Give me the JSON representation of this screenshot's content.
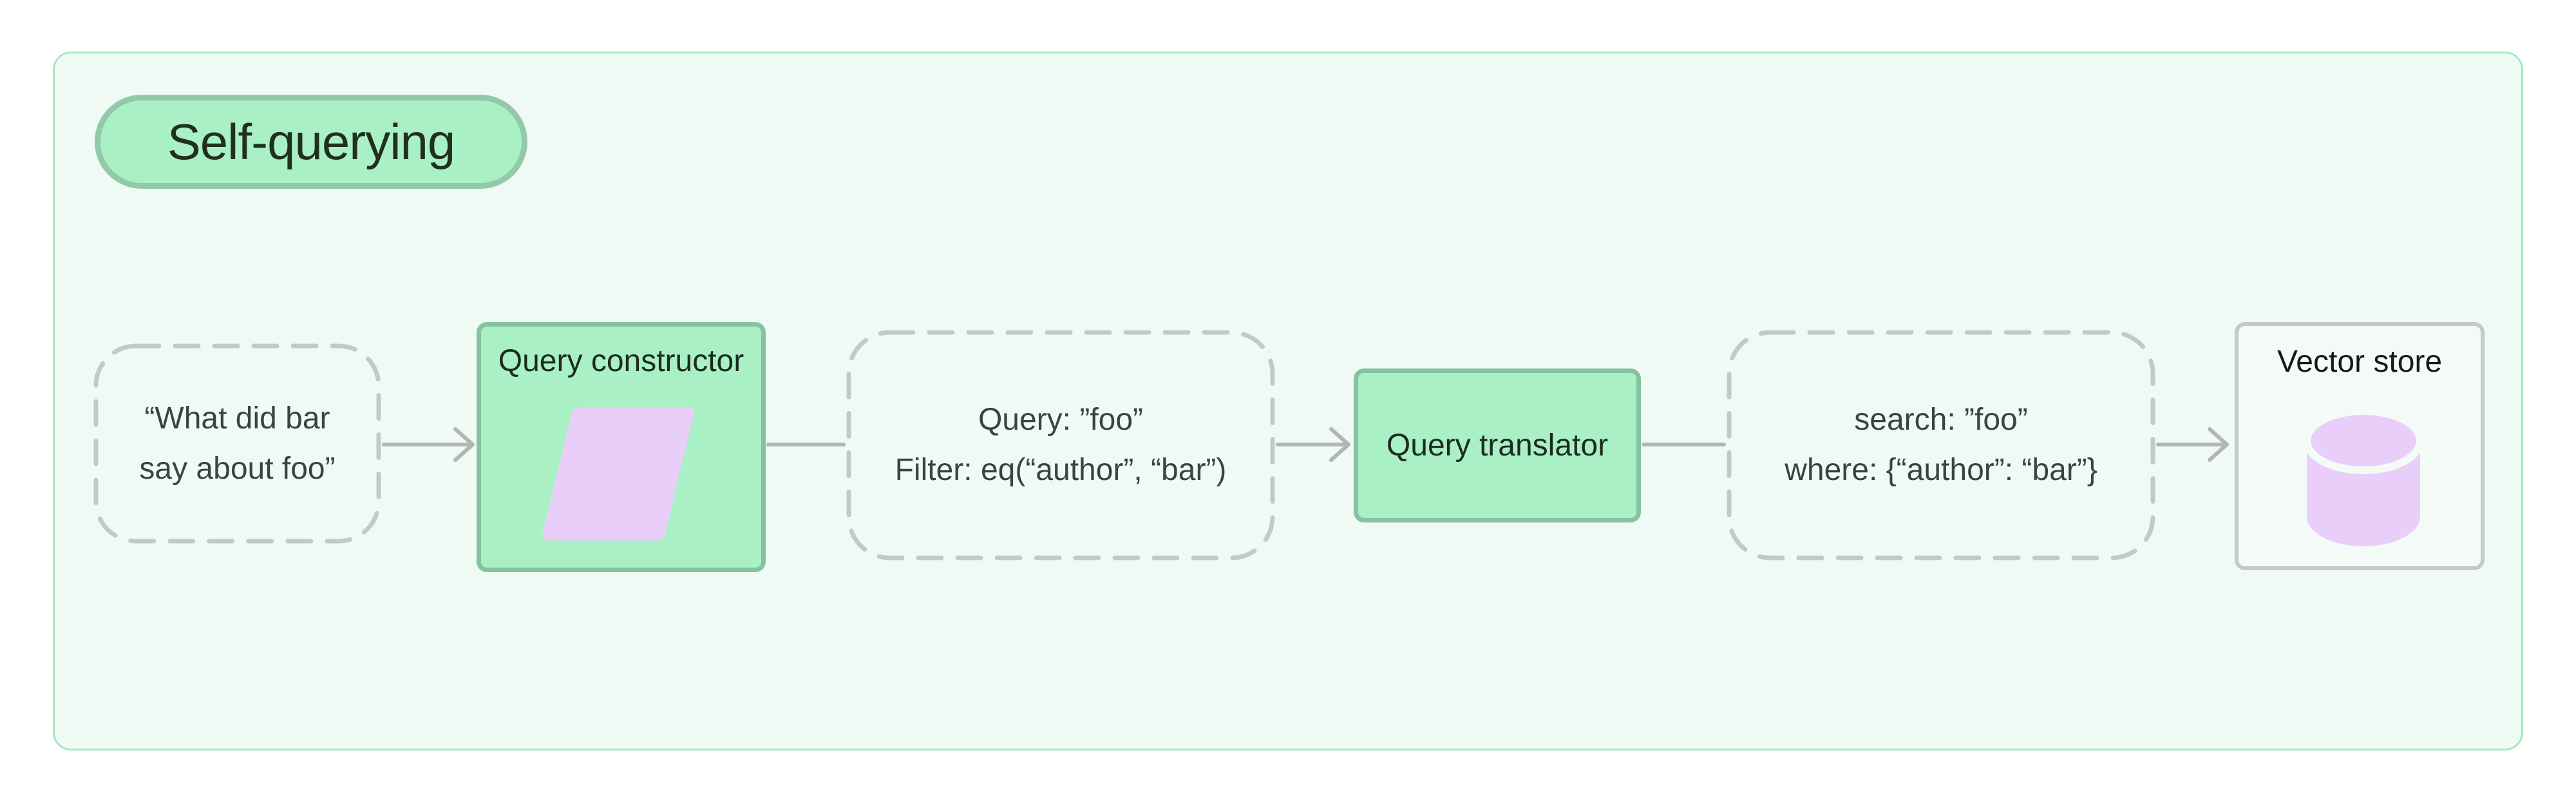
{
  "diagram": {
    "title": "Self-querying",
    "nodes": {
      "user_query": {
        "lines": [
          "“What did bar",
          "say about foo”"
        ]
      },
      "query_constructor": {
        "label": "Query constructor"
      },
      "structured_query": {
        "lines": [
          "Query: ”foo”",
          "Filter: eq(“author”, “bar”)"
        ]
      },
      "query_translator": {
        "label": "Query translator"
      },
      "translated_query": {
        "lines": [
          "search: ”foo”",
          "where: {“author”: “bar”}"
        ]
      },
      "vector_store": {
        "label": "Vector store"
      }
    },
    "colors": {
      "panel_bg": "#f0faf4",
      "panel_border": "#a8e7c1",
      "accent_green": "#aaf0c5",
      "accent_green_border": "#84c2a0",
      "purple": "#e9cefa",
      "dashed_border": "#c5c9c5",
      "connector": "#b2b5b1",
      "text_dark": "#1b2b21",
      "text_muted": "#3a433e"
    }
  }
}
